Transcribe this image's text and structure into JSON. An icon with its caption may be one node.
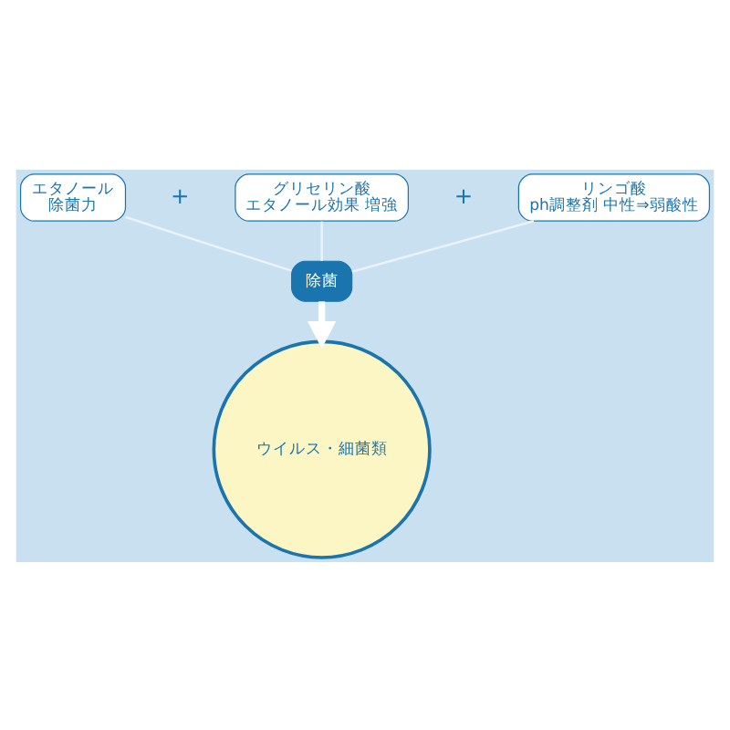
{
  "diagram": {
    "nodes": [
      {
        "text": [
          "エタノール",
          "除菌力"
        ]
      },
      {
        "text": [
          "グリセリン酸",
          "エタノール効果 増強"
        ]
      },
      {
        "text": [
          "リンゴ酸",
          "ph調整剤 中性⇒弱酸性"
        ]
      },
      {
        "text": [
          "除菌"
        ]
      },
      {
        "text": [
          "ウイルス・細菌類"
        ]
      }
    ],
    "edges": [
      {
        "from": 0,
        "to": 3,
        "arrow": "none"
      },
      {
        "from": 1,
        "to": 3,
        "arrow": "none"
      },
      {
        "from": 2,
        "to": 3,
        "arrow": "none"
      },
      {
        "from": 3,
        "to": 4,
        "arrow": "to",
        "style": "thick",
        "color": "#ffffff"
      }
    ],
    "labels": [
      "+",
      "+"
    ]
  }
}
